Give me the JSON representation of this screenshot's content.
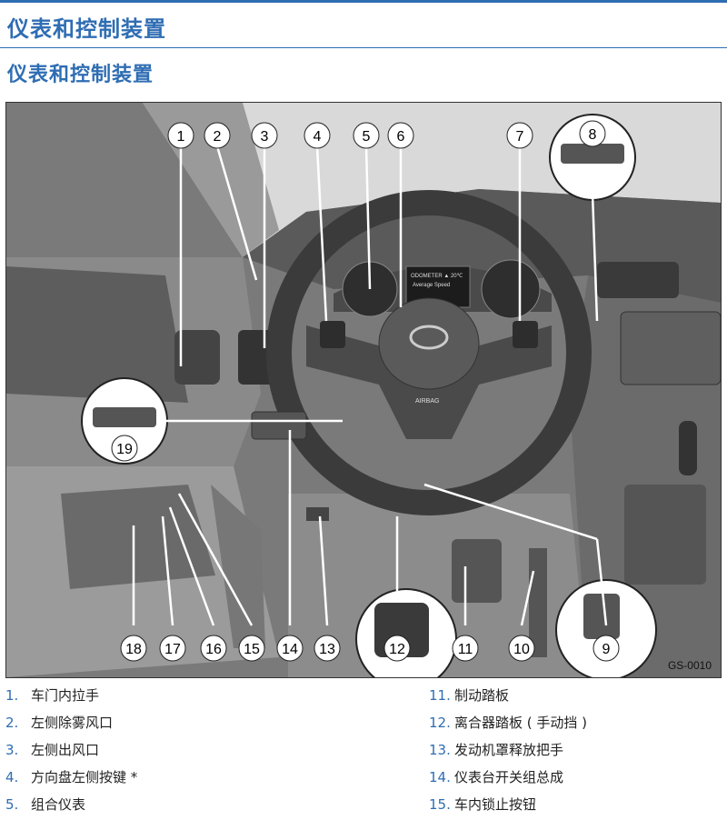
{
  "header": {
    "title": "仪表和控制装置",
    "subtitle": "仪表和控制装置"
  },
  "figure": {
    "code": "GS-0010",
    "callouts": [
      "1",
      "2",
      "3",
      "4",
      "5",
      "6",
      "7",
      "8",
      "9",
      "10",
      "11",
      "12",
      "13",
      "14",
      "15",
      "16",
      "17",
      "18",
      "19"
    ],
    "labels": {
      "airbag": "AIRBAG",
      "display_top": "ODOMETER ▲ 20℃",
      "display_mid": "Average Speed"
    }
  },
  "legend": {
    "left": [
      {
        "num": "1.",
        "text": "车门内拉手"
      },
      {
        "num": "2.",
        "text": "左侧除雾风口"
      },
      {
        "num": "3.",
        "text": "左侧出风口"
      },
      {
        "num": "4.",
        "text": "方向盘左侧按键 *"
      },
      {
        "num": "5.",
        "text": "组合仪表"
      }
    ],
    "right": [
      {
        "num": "11.",
        "text": "制动踏板"
      },
      {
        "num": "12.",
        "text": "离合器踏板 ( 手动挡 )"
      },
      {
        "num": "13.",
        "text": "发动机罩释放把手"
      },
      {
        "num": "14.",
        "text": "仪表台开关组总成"
      },
      {
        "num": "15.",
        "text": "车内锁止按钮"
      }
    ]
  },
  "colors": {
    "accent": "#2f6db3",
    "interior": "#6e6e6e",
    "dark": "#3f3f3f"
  }
}
